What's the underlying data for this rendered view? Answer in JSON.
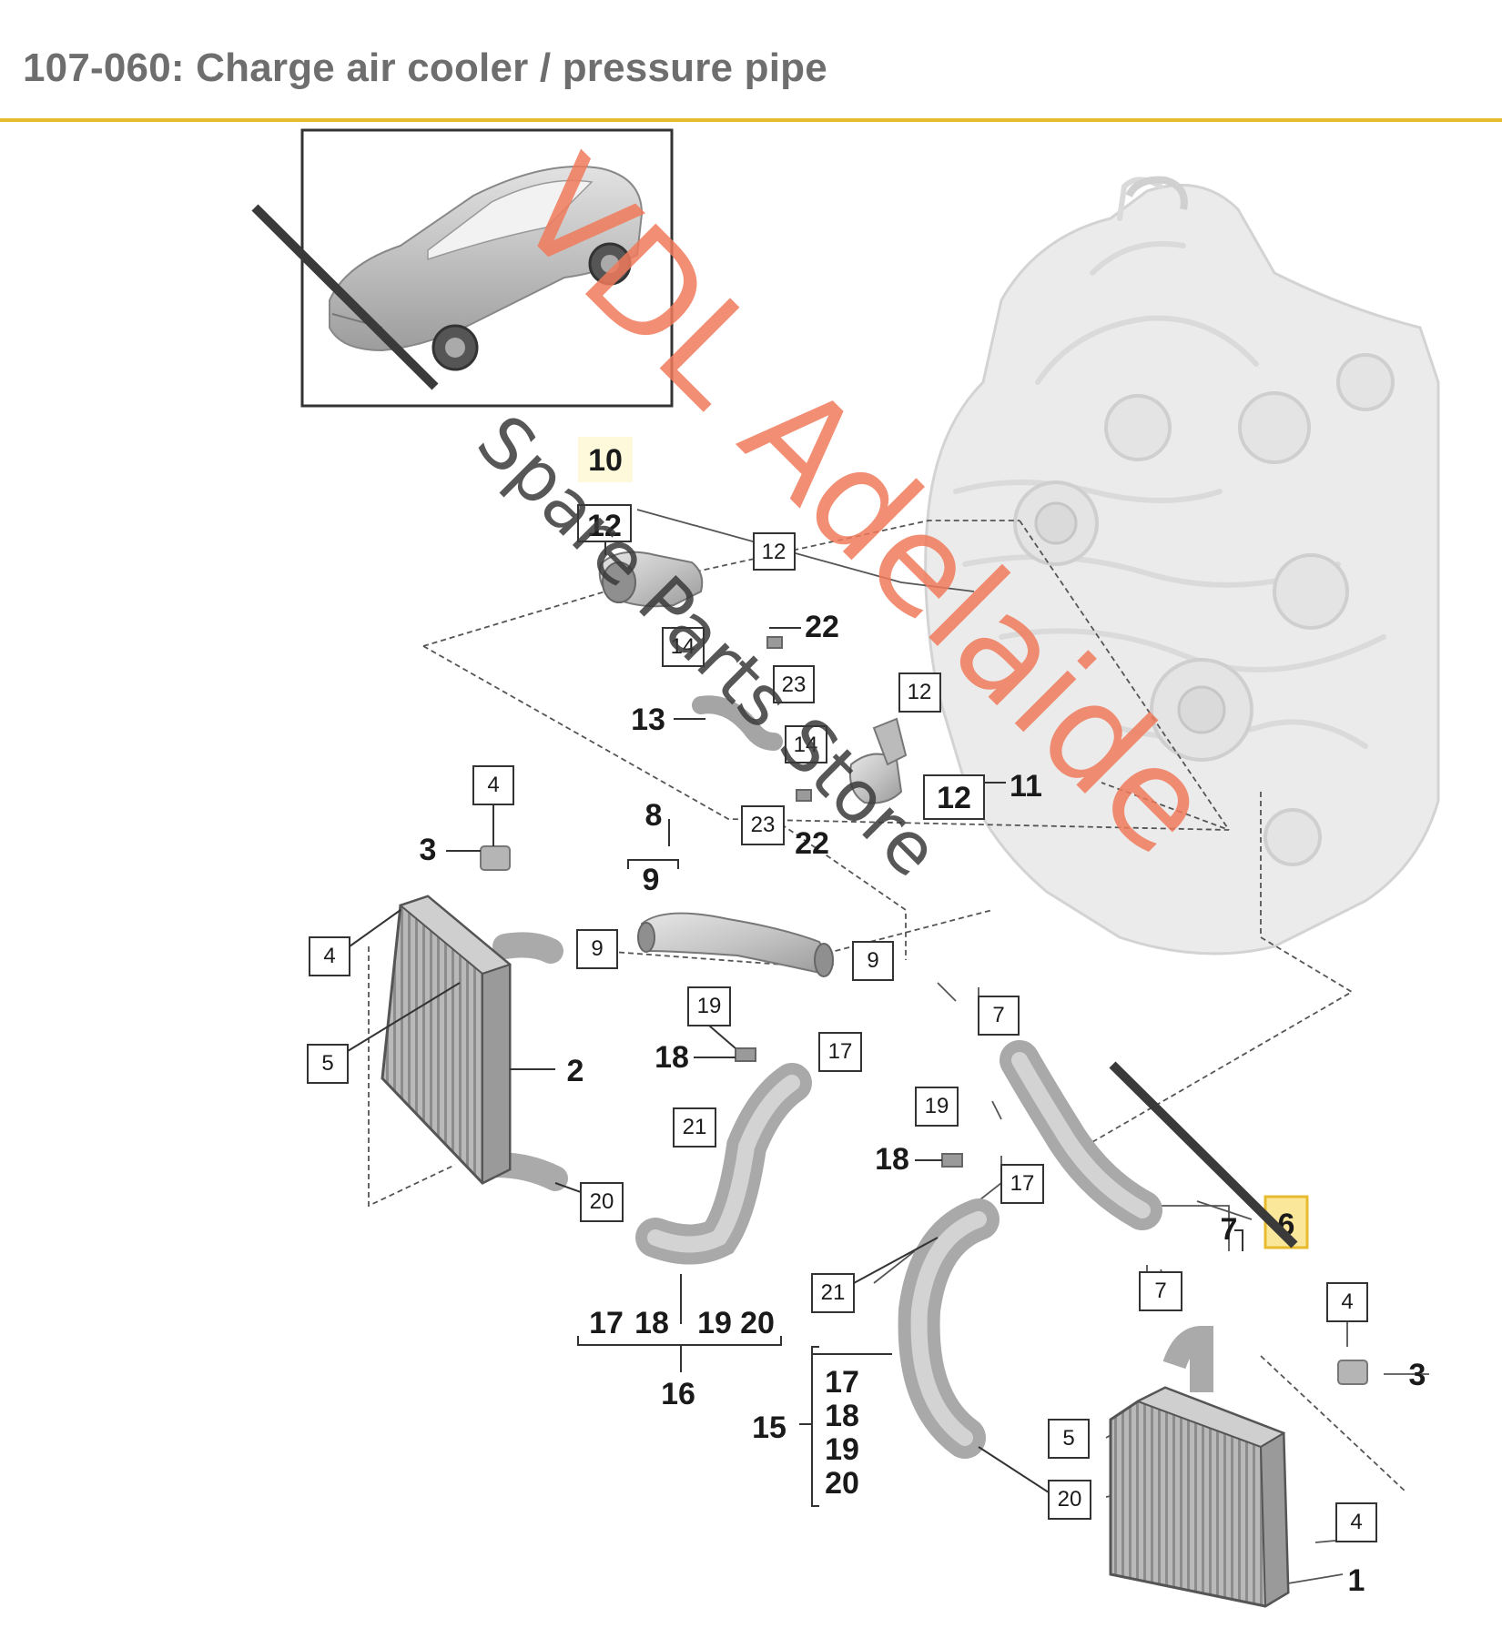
{
  "header": {
    "title": "107-060: Charge air cooler / pressure pipe"
  },
  "colors": {
    "accent": "#e8bb2e",
    "highlight": "#fbe79a",
    "watermark_red": "#f07a5a",
    "watermark_dark": "#3a3a3a"
  },
  "watermark": {
    "line1": "VDL Adelaide",
    "line2": "Spare Parts Store"
  },
  "callouts": {
    "c10": "10",
    "c12a": "12",
    "c12b": "12",
    "c22a": "22",
    "c14a": "14",
    "c23a": "23",
    "c13": "13",
    "c12c": "12",
    "c14b": "14",
    "c12d": "12",
    "c11": "11",
    "c23b": "23",
    "c22b": "22",
    "c4a": "4",
    "c3a": "3",
    "c8": "8",
    "c9a": "9",
    "c4b": "4",
    "c9b": "9",
    "c9c": "9",
    "c5a": "5",
    "c2": "2",
    "c19a": "19",
    "c18a": "18",
    "c17a": "17",
    "c21a": "21",
    "c7a": "7",
    "c19b": "19",
    "c18b": "18",
    "c17b": "17",
    "c20a": "20",
    "c7b": "7",
    "c6": "6",
    "c21b": "21",
    "c7c": "7",
    "c4c": "4",
    "c3b": "3",
    "c17c": "17",
    "c18c": "18",
    "c19c": "19",
    "c20b": "20",
    "c16": "16",
    "c15": "15",
    "c17d": "17",
    "c18d": "18",
    "c19d": "19",
    "c20c": "20",
    "c5b": "5",
    "c20d": "20",
    "c4d": "4",
    "c1": "1"
  }
}
